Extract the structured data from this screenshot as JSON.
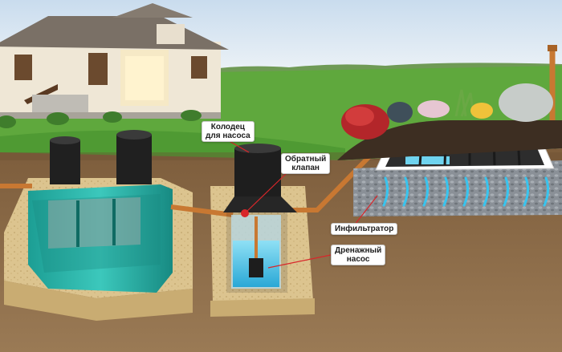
{
  "labels": {
    "pump_well": "Колодец\nдля насоса",
    "check_valve": "Обратный\nклапан",
    "infiltrator": "Инфильтратор",
    "drainage_pump": "Дренажный\nнасос"
  },
  "colors": {
    "sky": "#dfe9f3",
    "grass": "#5aa43a",
    "soil": "#8a6a45",
    "sand": "#d9c08a",
    "tank": "#26b3a8",
    "pipe": "#c87832",
    "water": "#4fc6e8",
    "gravel": "#8f959c",
    "leader": "#d8262a"
  }
}
